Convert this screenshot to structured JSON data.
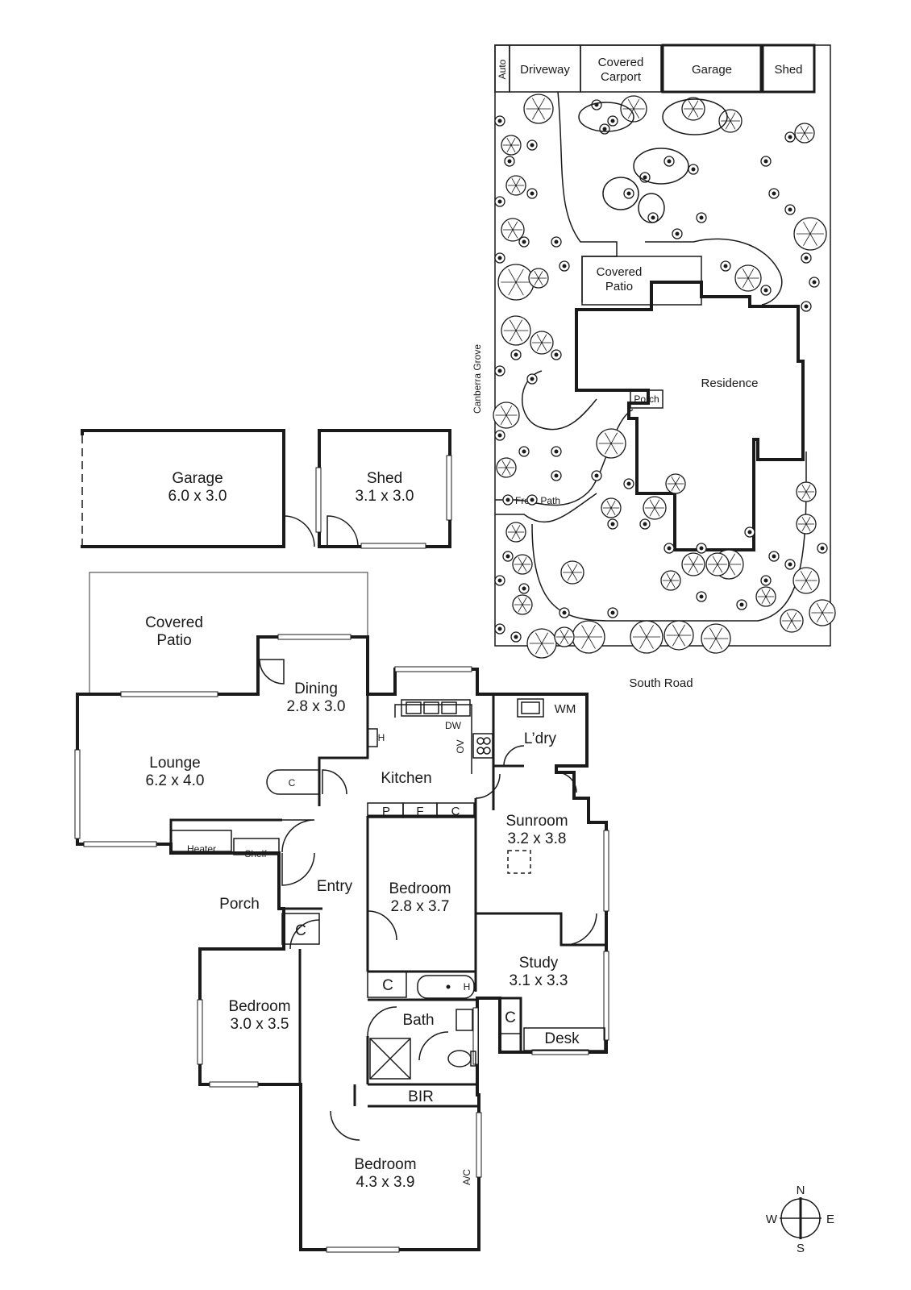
{
  "site_plan": {
    "driveway": "Driveway",
    "covered_carport": [
      "Covered",
      "Carport"
    ],
    "garage": "Garage",
    "shed": "Shed",
    "auto": "Auto",
    "covered_patio": [
      "Covered",
      "Patio"
    ],
    "residence": "Residence",
    "porch": "Porch",
    "front_path": "Front Path",
    "canberra_grove": "Canberra Grove",
    "south_road": "South Road"
  },
  "outbuildings": {
    "garage": {
      "name": "Garage",
      "size": "6.0 x 3.0"
    },
    "shed": {
      "name": "Shed",
      "size": "3.1 x 3.0"
    }
  },
  "rooms": {
    "covered_patio": [
      "Covered",
      "Patio"
    ],
    "dining": {
      "name": "Dining",
      "size": "2.8 x 3.0"
    },
    "lounge": {
      "name": "Lounge",
      "size": "6.2 x 4.0"
    },
    "kitchen": "Kitchen",
    "laundry": "L’dry",
    "wm": "WM",
    "dw": "DW",
    "ov": "OV",
    "h": "H",
    "c": "C",
    "p": "P",
    "f": "F",
    "sunroom": {
      "name": "Sunroom",
      "size": "3.2 x 3.8"
    },
    "heater": "Heater",
    "shelf": "Shelf",
    "porch": "Porch",
    "entry": "Entry",
    "bedroom2": {
      "name": "Bedroom",
      "size": "2.8 x 3.7"
    },
    "study": {
      "name": "Study",
      "size": "3.1 x 3.3"
    },
    "desk": "Desk",
    "bedroom3": {
      "name": "Bedroom",
      "size": "3.0 x 3.5"
    },
    "bath": "Bath",
    "bir": "BIR",
    "master": {
      "name": "Bedroom",
      "size": "4.3 x 3.9"
    },
    "ac": "A/C"
  },
  "compass": {
    "n": "N",
    "s": "S",
    "e": "E",
    "w": "W"
  }
}
